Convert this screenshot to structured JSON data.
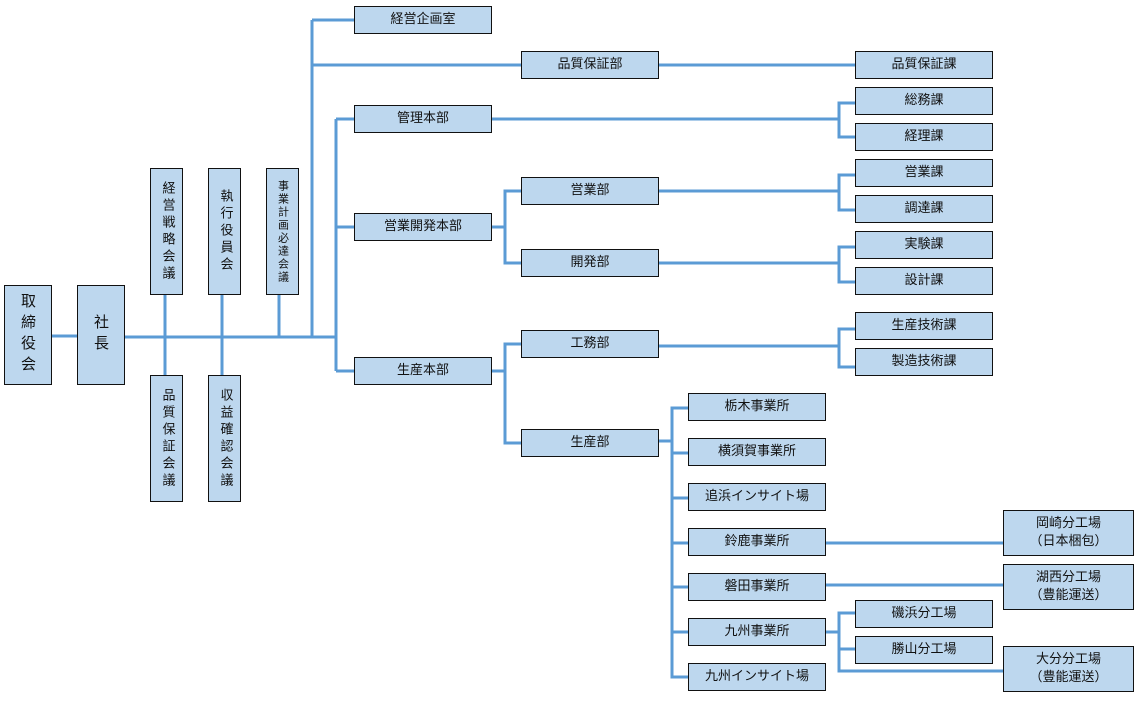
{
  "title": "組織図",
  "line_color": "#5b9bd5",
  "node_fill": "#bdd7ee",
  "nodes": {
    "board": "取締役会",
    "president": "社長",
    "mgmt_strategy_meeting": "経営戦略会議",
    "executive_officers": "執行役員会",
    "business_plan_meeting": "事業計画必達会議",
    "quality_assurance_meeting": "品質保証会議",
    "profit_review_meeting": "収益確認会議",
    "corporate_planning": "経営企画室",
    "qa_dept": "品質保証部",
    "qa_section": "品質保証課",
    "admin_hq": "管理本部",
    "general_affairs": "総務課",
    "accounting": "経理課",
    "sales_dev_hq": "営業開発本部",
    "sales_dept": "営業部",
    "sales_section": "営業課",
    "procurement": "調達課",
    "dev_dept": "開発部",
    "testing": "実験課",
    "design": "設計課",
    "production_hq": "生産本部",
    "engineering_dept": "工務部",
    "prod_engineering": "生産技術課",
    "mfg_engineering": "製造技術課",
    "production_dept": "生産部",
    "tochigi": "栃木事業所",
    "yokosuka": "横須賀事業所",
    "oppama": "追浜インサイト場",
    "suzuka": "鈴鹿事業所",
    "okazaki": "岡崎分工場\n（日本梱包）",
    "iwata": "磐田事業所",
    "kosai": "湖西分工場\n（豊能運送）",
    "kyushu": "九州事業所",
    "isohama": "磯浜分工場",
    "katsuyama": "勝山分工場",
    "oita": "大分分工場\n（豊能運送）",
    "kyushu_insite": "九州インサイト場"
  }
}
